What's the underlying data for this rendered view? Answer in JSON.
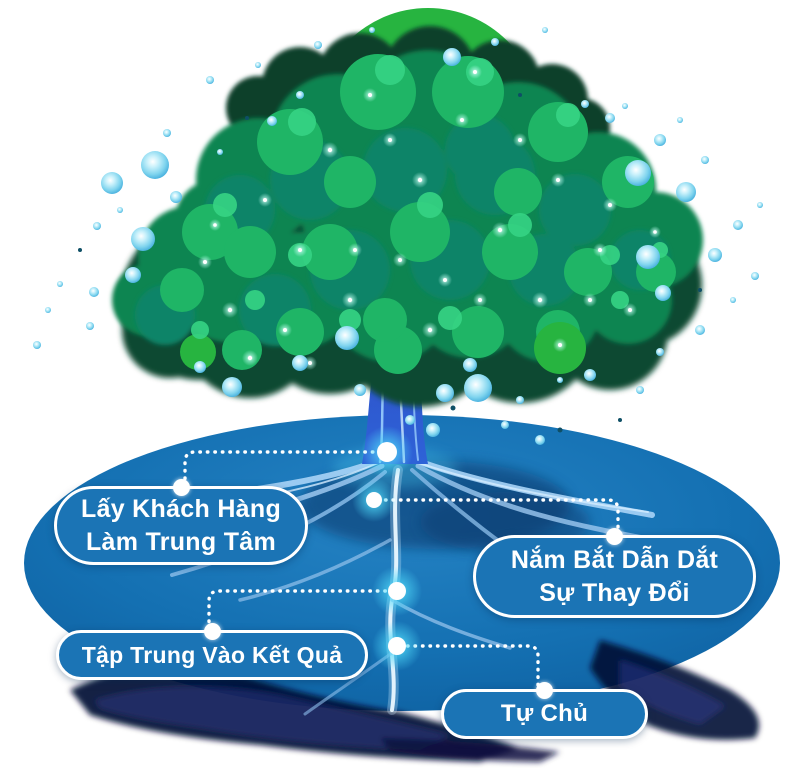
{
  "values": {
    "items": [
      {
        "id": "customer-centric",
        "lines": [
          "Lấy Khách Hàng",
          "Làm Trung Tâm"
        ]
      },
      {
        "id": "lead-change",
        "lines": [
          "Nắm Bắt Dẫn Dắt",
          "Sự Thay Đổi"
        ]
      },
      {
        "id": "results-focused",
        "lines": [
          "Tập Trung Vào Kết Quả"
        ]
      },
      {
        "id": "autonomy",
        "lines": [
          "Tự Chủ"
        ]
      }
    ]
  },
  "colors": {
    "background": "#ffffff",
    "ground_blue": "#1470b2",
    "pill_fill": "#1b74b5",
    "pill_border": "#ffffff",
    "pill_text": "#ffffff",
    "connector_dotted": "#ffffff",
    "canopy_dark_green": "#0b4a31",
    "canopy_mid_green": "#108551",
    "canopy_teal": "#0e8468",
    "canopy_bright_green": "#1fb566",
    "dome_green": "#27b440",
    "trunk_blue": "#3f6ae0",
    "root_light_blue": "#a8d4f7",
    "bubble_cyan": "#7fd4ee",
    "glow_node_cyan": "#4fd8f8",
    "shadow_navy": "#070e33"
  }
}
